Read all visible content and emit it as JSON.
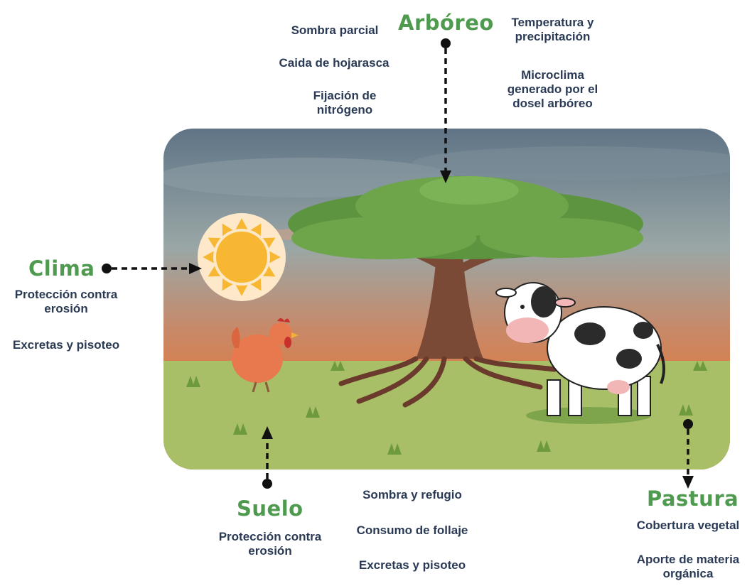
{
  "colors": {
    "title": "#4e9a4f",
    "text": "#2a3a55",
    "sky_top": "#5f7486",
    "sky_mid": "#9aa7a6",
    "sunset": "#e07a3c",
    "grass": "#a8bf68",
    "tree_foliage": "#6ea54a",
    "tree_trunk": "#7b4a36",
    "sun": "#f7b733",
    "hen": "#e8784e",
    "arrow": "#111111"
  },
  "titles": {
    "arboreo": "Arbóreo",
    "clima": "Clima",
    "suelo": "Suelo",
    "pastura": "Pastura"
  },
  "arboreo_left": {
    "items": [
      "Sombra parcial",
      "Caida de hojarasca",
      "Fijación de\nnitrógeno"
    ]
  },
  "arboreo_right": {
    "items": [
      "Temperatura y\nprecipitación",
      "Microclima\ngenerado por el\ndosel arbóreo"
    ]
  },
  "clima": {
    "items": [
      "Protección contra\nerosión",
      "Excretas y pisoteo"
    ]
  },
  "suelo": {
    "items": [
      "Protección contra\nerosión"
    ]
  },
  "center_bottom": {
    "items": [
      "Sombra y refugio",
      "Consumo de follaje",
      "Excretas y pisoteo"
    ]
  },
  "pastura": {
    "items": [
      "Cobertura vegetal",
      "Aporte de materia\norgánica"
    ]
  },
  "icons": [
    "sun-icon",
    "tree-icon",
    "cow-icon",
    "hen-icon",
    "grass-icon"
  ]
}
